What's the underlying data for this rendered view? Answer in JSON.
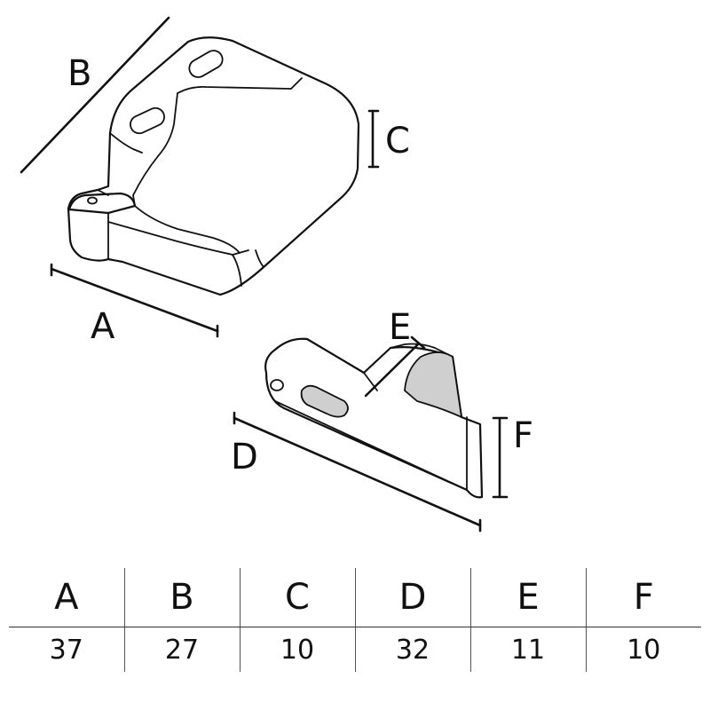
{
  "diagram": {
    "labels": {
      "a": "A",
      "b": "B",
      "c": "C",
      "d": "D",
      "e": "E",
      "f": "F"
    }
  },
  "table": {
    "headers": [
      "A",
      "B",
      "C",
      "D",
      "E",
      "F"
    ],
    "values": [
      "37",
      "27",
      "10",
      "32",
      "11",
      "10"
    ]
  }
}
